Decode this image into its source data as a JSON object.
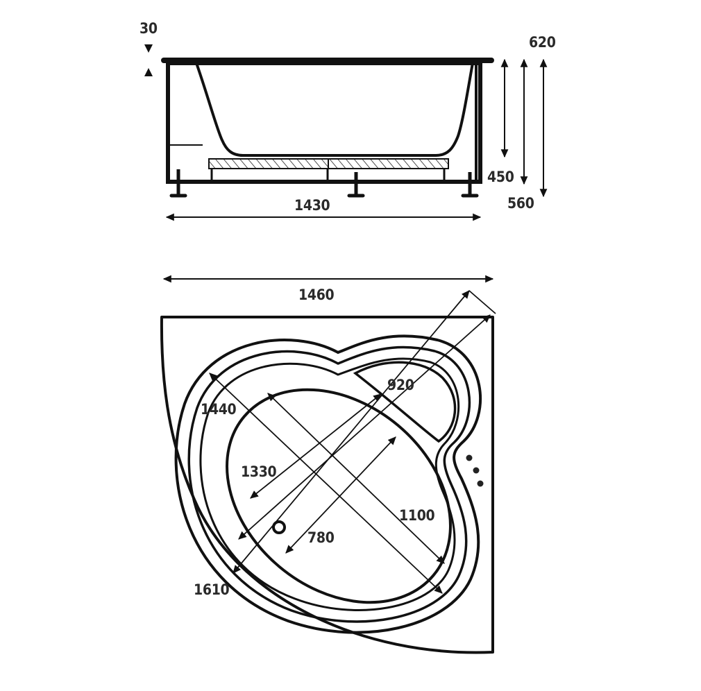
{
  "side_view": {
    "rim_thickness": "30",
    "length": "1430",
    "height_450": "450",
    "height_560": "560",
    "height_620": "620"
  },
  "top_view": {
    "width": "1460",
    "bowl_width_920": "920",
    "bowl_length_1440": "1440",
    "bottom_length_1330": "1330",
    "bottom_length_1100": "1100",
    "bottom_width_780": "780",
    "diagonal_1610": "1610"
  }
}
